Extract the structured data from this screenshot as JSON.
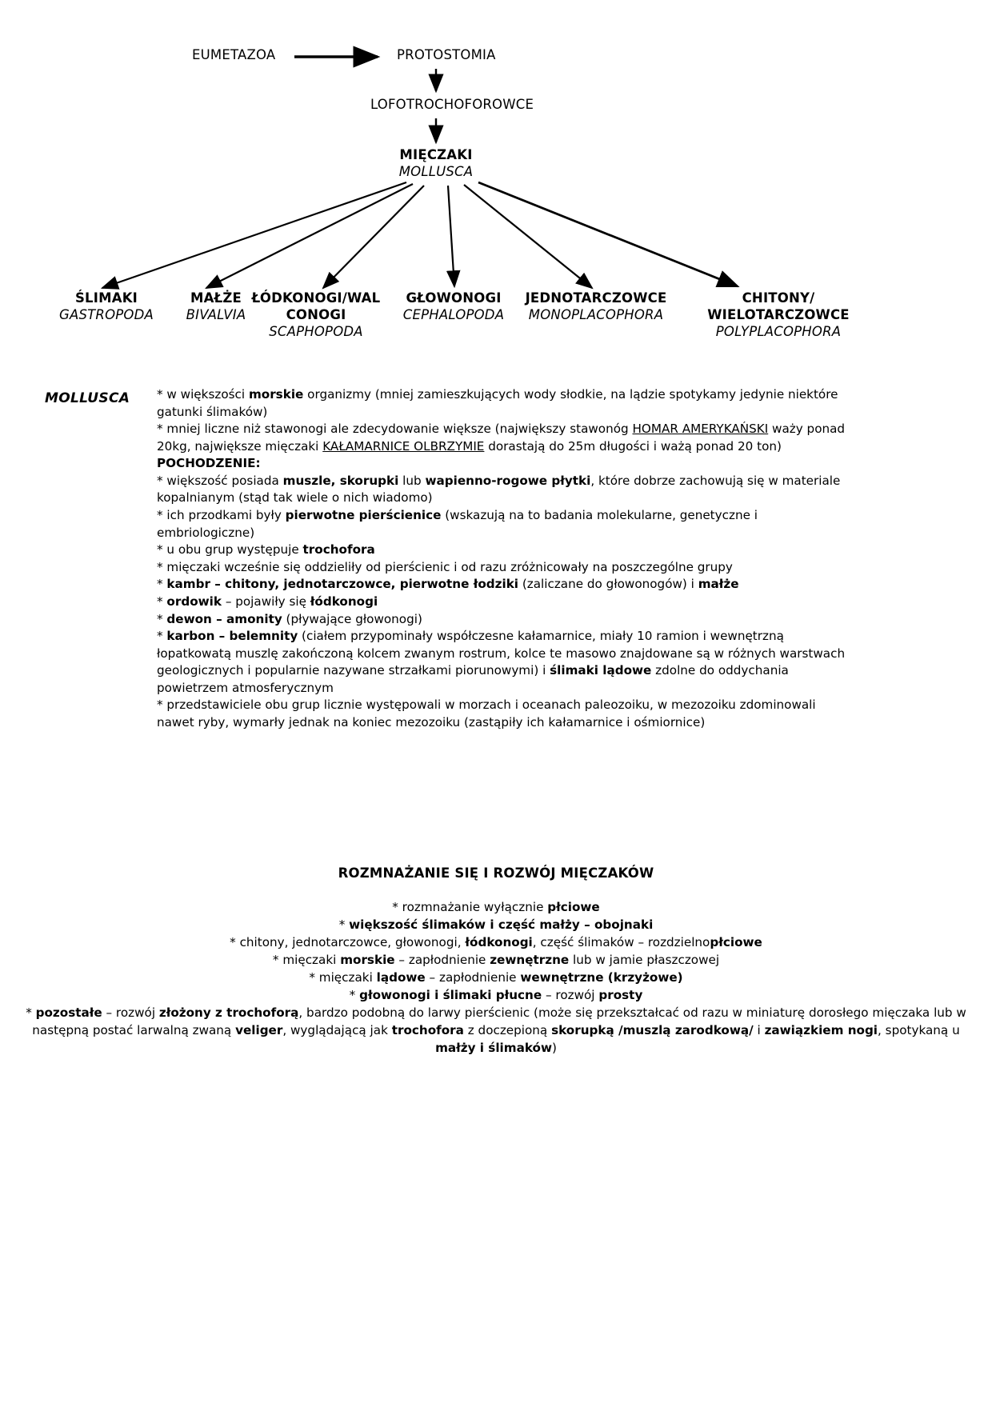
{
  "diagram": {
    "nodes": {
      "eumetazoa": {
        "pl": "EUMETAZOA"
      },
      "protostomia": {
        "pl": "PROTOSTOMIA"
      },
      "lofotrochoforowce": {
        "pl": "LOFOTROCHOFOROWCE"
      },
      "mieczaki": {
        "pl": "MIĘCZAKI",
        "lat": "MOLLUSCA"
      },
      "slimaki": {
        "pl": "ŚLIMAKI",
        "lat": "GASTROPODA"
      },
      "malze": {
        "pl": "MAŁŻE",
        "lat": "BIVALVIA"
      },
      "lodkonogi": {
        "pl": "ŁÓDKONOGI/WAL",
        "pl2": "CONOGI",
        "lat": "SCAPHOPODA"
      },
      "glowonogi": {
        "pl": "GŁOWONOGI",
        "lat": "CEPHALOPODA"
      },
      "jednotarczowce": {
        "pl": "JEDNOTARCZOWCE",
        "lat": "MONOPLACOPHORA"
      },
      "chitony": {
        "pl": "CHITONY/",
        "pl2": "WIELOTARCZOWCE",
        "lat": "POLYPLACOPHORA"
      }
    }
  },
  "mollusca": {
    "label": "MOLLUSCA",
    "lines": [
      "* w większości morskie organizmy (mniej zamieszkujących wody słodkie, na lądzie spotykamy jedynie niektóre gatunki ślimaków)",
      "* mniej liczne niż stawonogi ale zdecydowanie większe (największy stawonóg HOMAR AMERYKAŃSKI waży ponad 20kg, największe mięczaki KAŁAMARNICE OLBRZYMIE dorastają do 25m długości i ważą ponad 20 ton)",
      "POCHODZENIE:",
      "* większość posiada muszle, skorupki lub wapienno-rogowe płytki, które dobrze zachowują się w materiale kopalnianym (stąd tak wiele o nich wiadomo)",
      "* ich przodkami były pierwotne pierścienice (wskazują na to badania molekularne, genetyczne i embriologiczne)",
      "* u obu grup występuje trochofora",
      "* mięczaki wcześnie się oddzieliły od pierścienic i od razu zróżnicowały na poszczególne grupy",
      "* kambr – chitony, jednotarczowce, pierwotne łodziki (zaliczane do głowonogów) i małże",
      "* ordowik – pojawiły się łódkonogi",
      "* dewon – amonity (pływające głowonogi)",
      "* karbon – belemnity (ciałem przypominały współczesne kałamarnice, miały 10 ramion i wewnętrzną łopatkowatą muszlę zakończoną kolcem zwanym rostrum, kolce te masowo znajdowane są w różnych warstwach geologicznych i popularnie nazywane strzałkami piorunowymi) i ślimaki lądowe zdolne do oddychania powietrzem atmosferycznym",
      "* przedstawiciele obu grup licznie występowali w morzach i oceanach paleozoiku, w mezozoiku zdominowali nawet ryby, wymarły jednak na koniec mezozoiku (zastąpiły ich kałamarnice i ośmiornice)"
    ]
  },
  "reproduction": {
    "title": "ROZMNAŻANIE SIĘ I ROZWÓJ MIĘCZAKÓW",
    "lines": [
      "* rozmnażanie wyłącznie płciowe",
      "* większość ślimaków i część małży – obojnaki",
      "* chitony, jednotarczowce, głowonogi, łódkonogi, część ślimaków – rozdzielnopłciowe",
      "* mięczaki morskie – zapłodnienie zewnętrzne lub w jamie płaszczowej",
      "* mięczaki lądowe – zapłodnienie wewnętrzne (krzyżowe)",
      "* głowonogi i ślimaki płucne – rozwój prosty",
      "* pozostałe – rozwój złożony z trochoforą, bardzo podobną do larwy pierścienic (może się przekształcać od razu w miniaturę dorosłego mięczaka lub w następną postać larwalną zwaną veliger, wyglądającą jak trochofora z doczepioną skorupką /muszlą zarodkową/ i zawiązkiem nogi, spotykaną u małży i ślimaków)"
    ]
  },
  "colors": {
    "ink": "#000000",
    "paper": "#ffffff"
  }
}
